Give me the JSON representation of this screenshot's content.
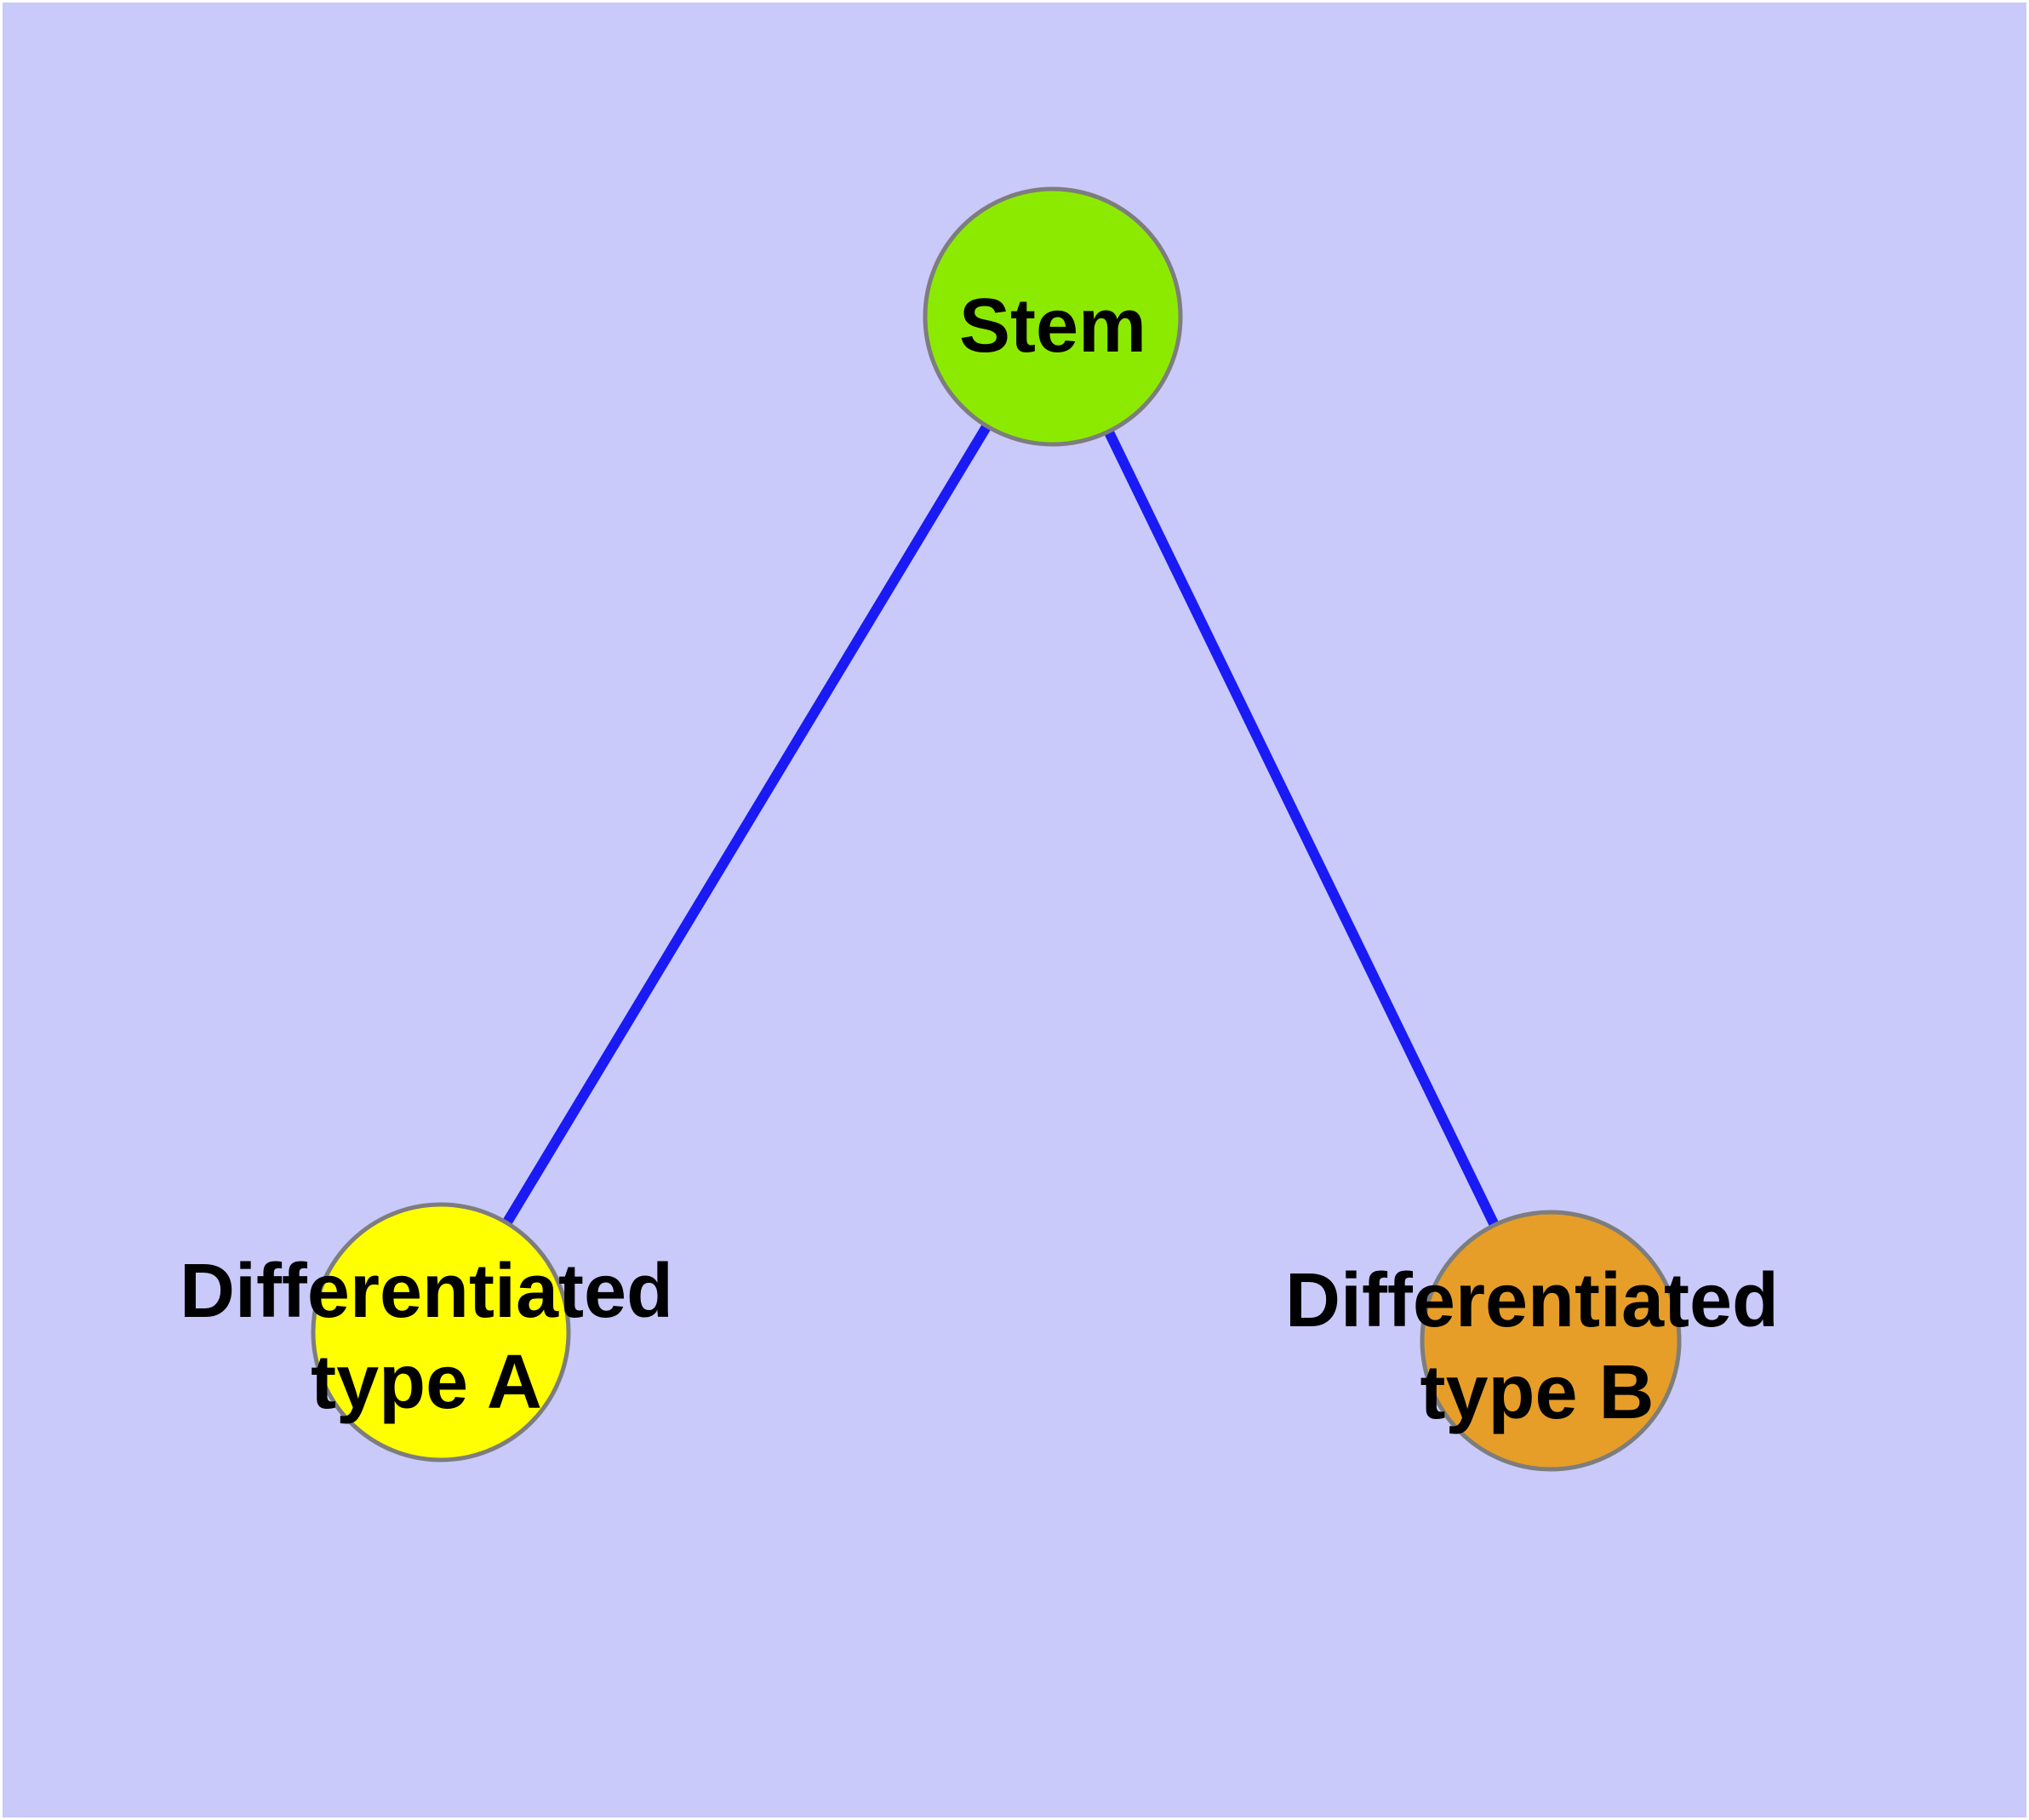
{
  "diagram": {
    "type": "node-link graph",
    "description": "Stem cell differentiation tree: one stem node with two differentiated child types"
  },
  "colors": {
    "background": "#C9C9FA",
    "page_border": "#FFFFFF",
    "edge": "#1A1AF5",
    "node_border": "#7D7D7D",
    "label_text": "#000000",
    "stem_fill": "#8CEA00",
    "type_a_fill": "#FFFF00",
    "type_b_fill": "#E69E28"
  },
  "nodes": {
    "stem": {
      "label": "Stem",
      "fill": "#8CEA00"
    },
    "type_a": {
      "label": "Differentiated type A",
      "line1": "Differentiated",
      "line2": "type A",
      "fill": "#FFFF00"
    },
    "type_b": {
      "label": "Differentiated type B",
      "line1": "Differentiated",
      "line2": "type B",
      "fill": "#E69E28"
    }
  },
  "edges": [
    {
      "from": "Stem",
      "to": "Differentiated type A"
    },
    {
      "from": "Stem",
      "to": "Differentiated type B"
    }
  ]
}
